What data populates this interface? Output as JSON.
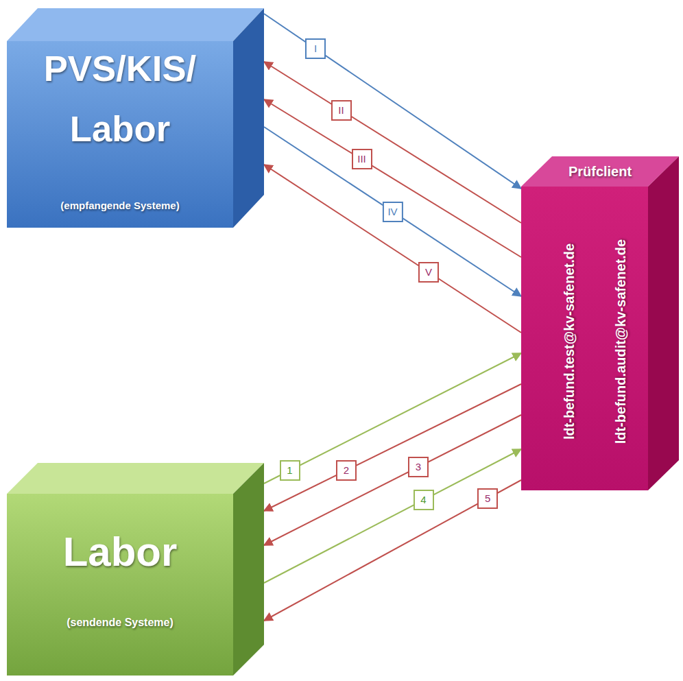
{
  "diagram": {
    "nodes": [
      {
        "text": [
          "PVS/KIS/ Labor",
          "(empfangende Systeme)"
        ]
      },
      {
        "text": [
          "Prüfclient",
          "ldt-befund.test@kv-safenet.de",
          "ldt-befund.audit@kv-safenet.de"
        ]
      },
      {
        "text": [
          "Labor",
          "(sendende Systeme)"
        ]
      }
    ],
    "edges": [
      {
        "from": 0,
        "to": 1,
        "arrow": "to",
        "label": "I"
      },
      {
        "from": 1,
        "to": 0,
        "arrow": "to",
        "label": "II"
      },
      {
        "from": 1,
        "to": 0,
        "arrow": "to",
        "label": "III"
      },
      {
        "from": 0,
        "to": 1,
        "arrow": "to",
        "label": "IV"
      },
      {
        "from": 1,
        "to": 0,
        "arrow": "to",
        "label": "V"
      },
      {
        "from": 2,
        "to": 1,
        "arrow": "to",
        "label": "1"
      },
      {
        "from": 1,
        "to": 2,
        "arrow": "to",
        "label": "2"
      },
      {
        "from": 1,
        "to": 2,
        "arrow": "to",
        "label": "3"
      },
      {
        "from": 2,
        "to": 1,
        "arrow": "to",
        "label": "4"
      },
      {
        "from": 1,
        "to": 2,
        "arrow": "to",
        "label": "5"
      }
    ]
  }
}
